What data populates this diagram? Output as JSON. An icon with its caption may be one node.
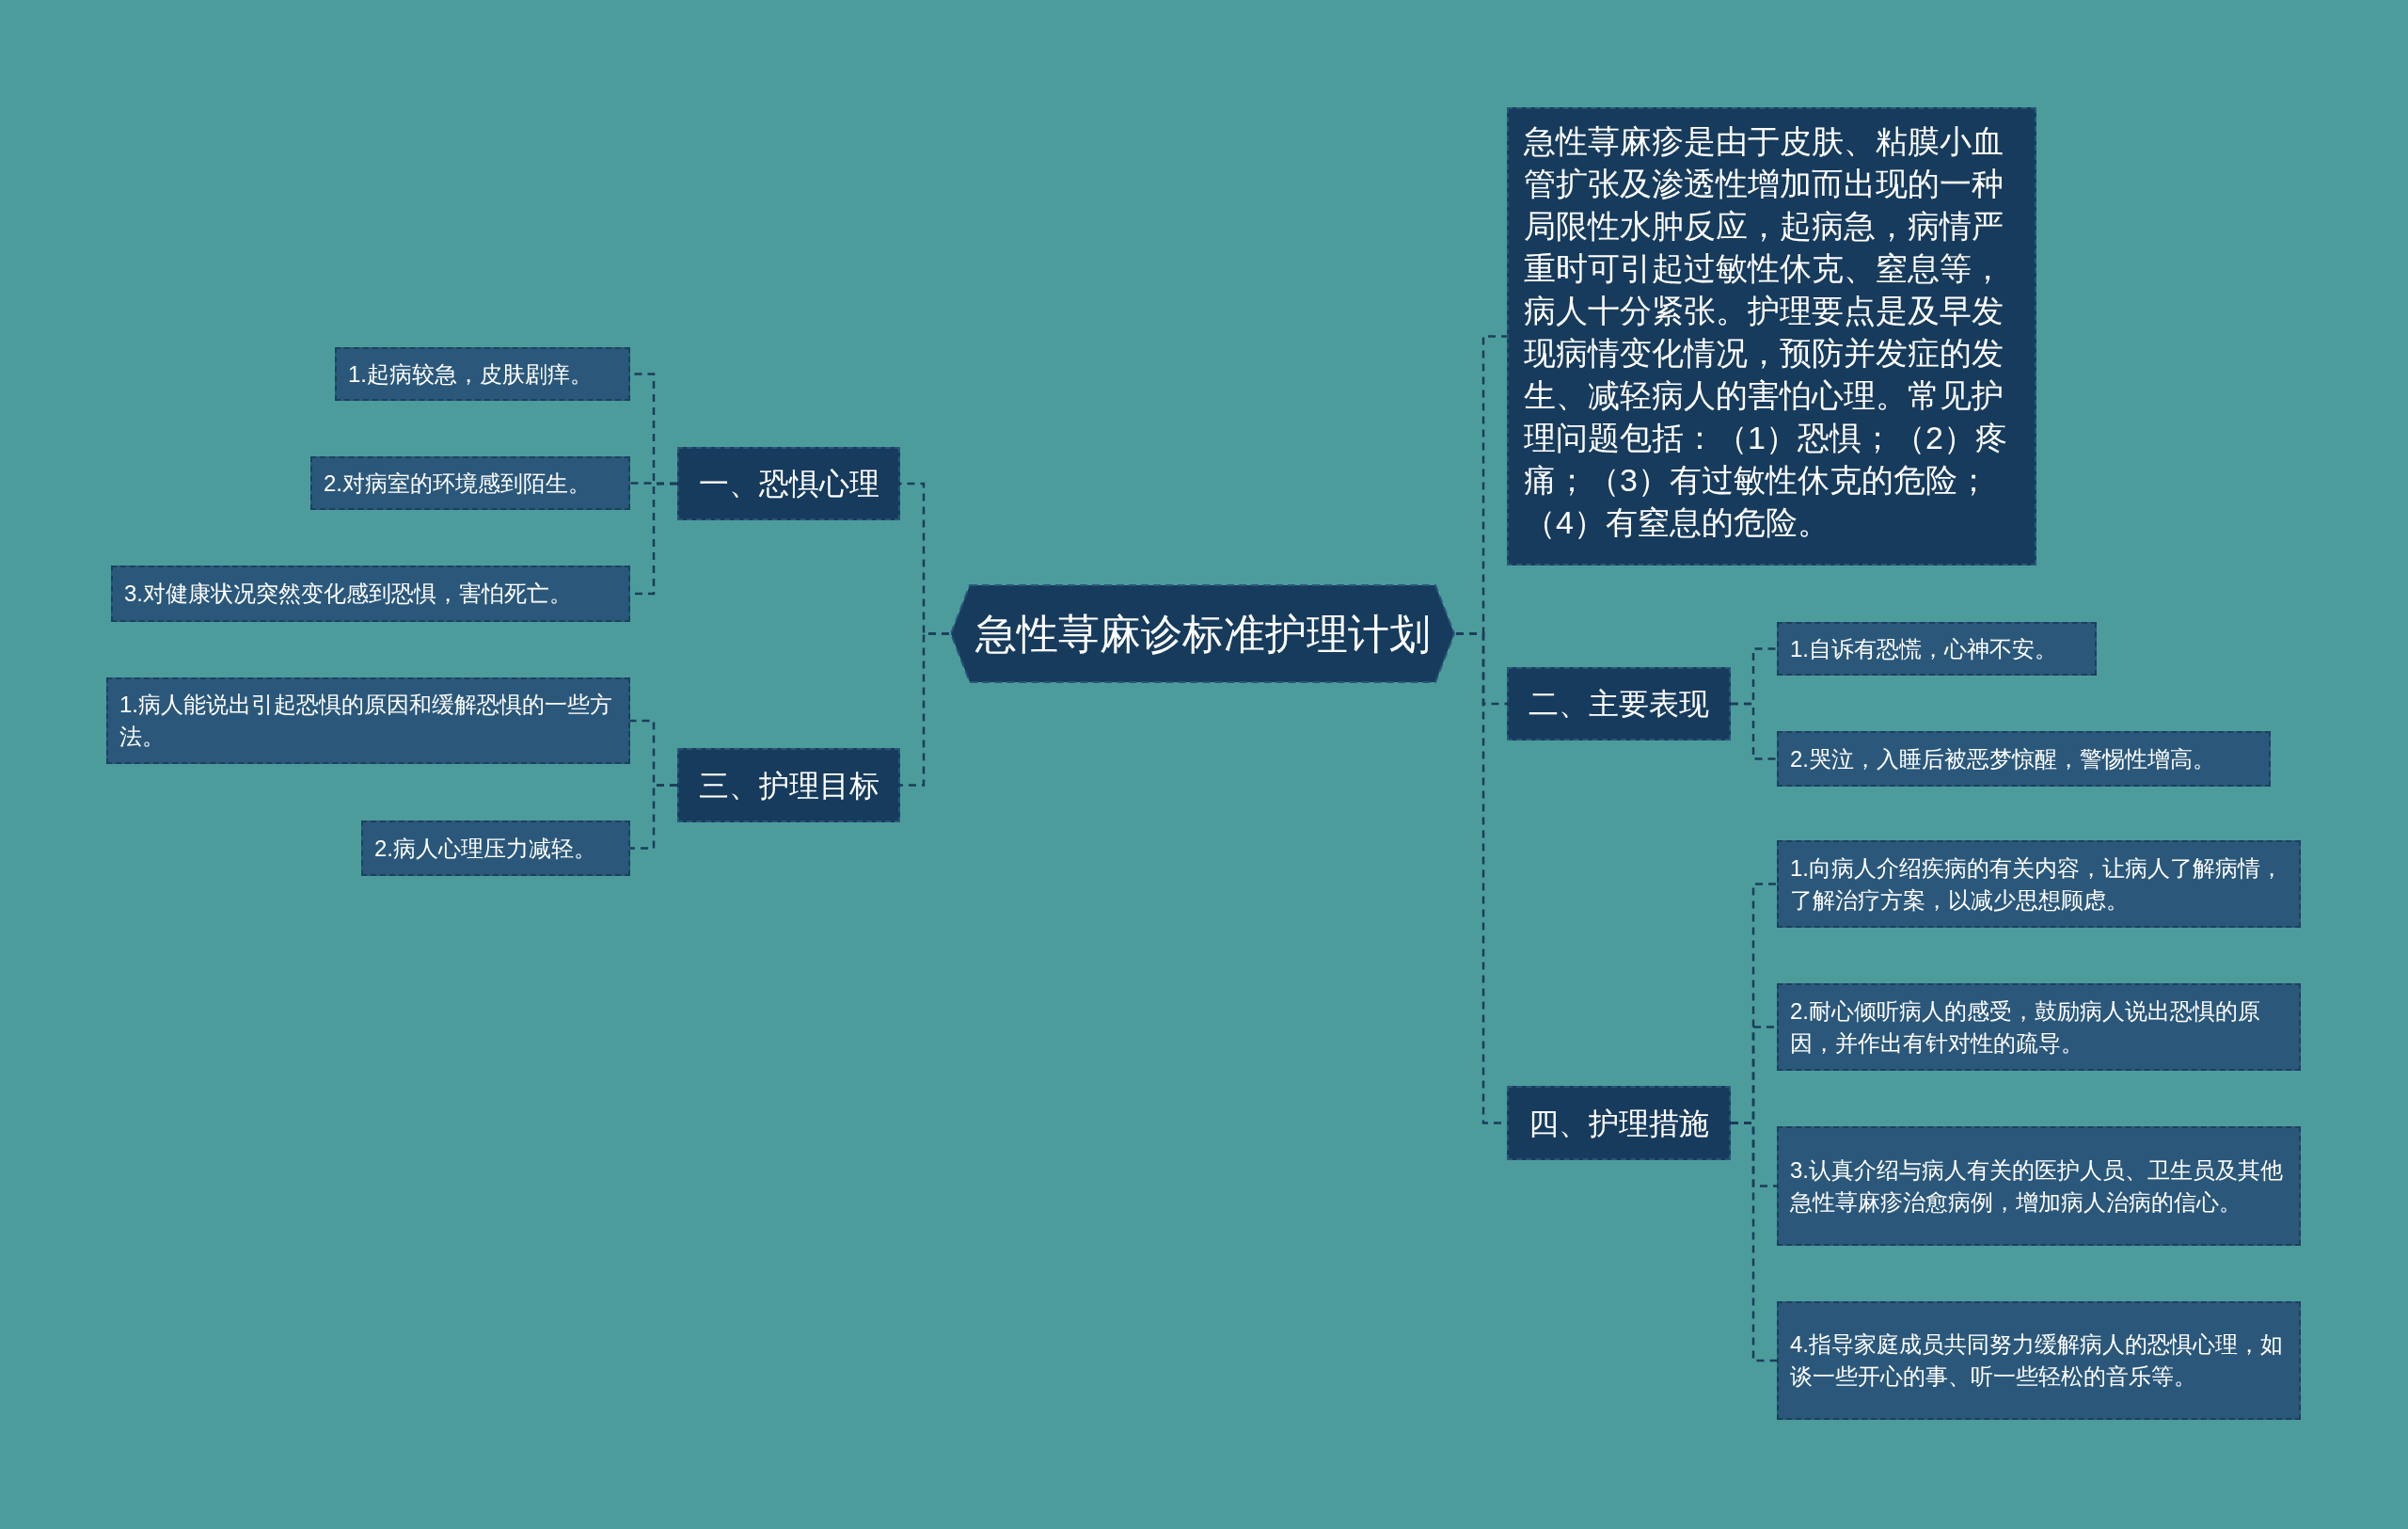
{
  "diagram": {
    "nodes": [
      {
        "text": [
          "急性荨麻诊标准护理计划"
        ]
      },
      {
        "text": [
          "一、恐惧心理"
        ]
      },
      {
        "text": [
          "1.起病较急，皮肤剧痒。"
        ]
      },
      {
        "text": [
          "2.对病室的环境感到陌生。"
        ]
      },
      {
        "text": [
          "3.对健康状况突然变化感到恐惧，害怕死亡。"
        ]
      },
      {
        "text": [
          "三、护理目标"
        ]
      },
      {
        "text": [
          "1.病人能说出引起恐惧的原因和缓解恐惧的一些方法。"
        ]
      },
      {
        "text": [
          "2.病人心理压力减轻。"
        ]
      },
      {
        "text": [
          "急性荨麻疹是由于皮肤、粘膜小血管扩张及渗透性增加而出现的一种局限性水肿反应，起病急，病情严重时可引起过敏性休克、窒息等，病人十分紧张。护理要点是及早发现病情变化情况，预防并发症的发生、减轻病人的害怕心理。常见护理问题包括：（1）恐惧；（2）疼痛；（3）有过敏性休克的危险；（4）有窒息的危险。"
        ]
      },
      {
        "text": [
          "二、主要表现"
        ]
      },
      {
        "text": [
          "1.自诉有恐慌，心神不安。"
        ]
      },
      {
        "text": [
          "2.哭泣，入睡后被恶梦惊醒，警惕性增高。"
        ]
      },
      {
        "text": [
          "四、护理措施"
        ]
      },
      {
        "text": [
          "1.向病人介绍疾病的有关内容，让病人了解病情，了解治疗方案，以减少思想顾虑。"
        ]
      },
      {
        "text": [
          "2.耐心倾听病人的感受，鼓励病人说出恐惧的原因，并作出有针对性的疏导。"
        ]
      },
      {
        "text": [
          "3.认真介绍与病人有关的医护人员、卫生员及其他急性荨麻疹治愈病例，增加病人治病的信心。"
        ]
      },
      {
        "text": [
          "4.指导家庭成员共同努力缓解病人的恐惧心理，如谈一些开心的事、听一些轻松的音乐等。"
        ]
      }
    ],
    "edges": [
      {
        "from": 0,
        "to": 1,
        "arrow": "none",
        "style": "dashed"
      },
      {
        "from": 1,
        "to": 2,
        "arrow": "none",
        "style": "dashed"
      },
      {
        "from": 1,
        "to": 3,
        "arrow": "none",
        "style": "dashed"
      },
      {
        "from": 1,
        "to": 4,
        "arrow": "none",
        "style": "dashed"
      },
      {
        "from": 0,
        "to": 5,
        "arrow": "none",
        "style": "dashed"
      },
      {
        "from": 5,
        "to": 6,
        "arrow": "none",
        "style": "dashed"
      },
      {
        "from": 5,
        "to": 7,
        "arrow": "none",
        "style": "dashed"
      },
      {
        "from": 0,
        "to": 8,
        "arrow": "none",
        "style": "dashed"
      },
      {
        "from": 0,
        "to": 9,
        "arrow": "none",
        "style": "dashed"
      },
      {
        "from": 9,
        "to": 10,
        "arrow": "none",
        "style": "dashed"
      },
      {
        "from": 9,
        "to": 11,
        "arrow": "none",
        "style": "dashed"
      },
      {
        "from": 0,
        "to": 12,
        "arrow": "none",
        "style": "dashed"
      },
      {
        "from": 12,
        "to": 13,
        "arrow": "none",
        "style": "dashed"
      },
      {
        "from": 12,
        "to": 14,
        "arrow": "none",
        "style": "dashed"
      },
      {
        "from": 12,
        "to": 15,
        "arrow": "none",
        "style": "dashed"
      },
      {
        "from": 12,
        "to": 16,
        "arrow": "none",
        "style": "dashed"
      }
    ]
  }
}
